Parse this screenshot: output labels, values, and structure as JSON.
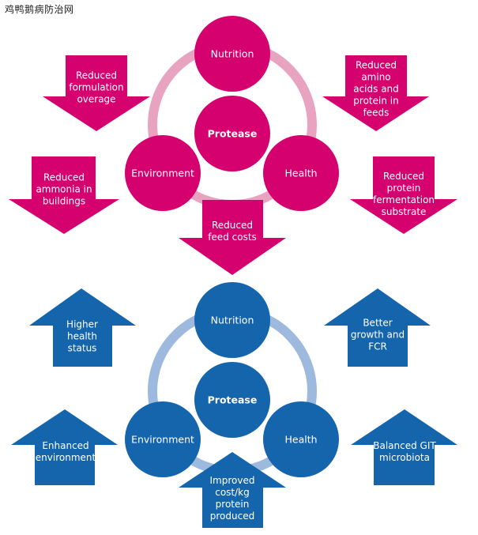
{
  "watermark": "鸡鸭鹅病防治网",
  "colors": {
    "magenta": "#d4016f",
    "magenta_ring": "#e8a3c1",
    "blue": "#1565ad",
    "blue_ring": "#9db9dd"
  },
  "top": {
    "nodes": {
      "top": "Nutrition",
      "center": "Protease",
      "left": "Environment",
      "right": "Health"
    },
    "arrows": [
      "Reduced formulation overage",
      "Reduced amino acids and protein in feeds",
      "Reduced ammonia in buildings",
      "Reduced protein fermentation substrate",
      "Reduced feed costs"
    ]
  },
  "bottom": {
    "nodes": {
      "top": "Nutrition",
      "center": "Protease",
      "left": "Environment",
      "right": "Health"
    },
    "arrows": [
      "Higher health status",
      "Better growth and FCR",
      "Enhanced environment",
      "Balanced GIT microbiota",
      "Improved cost/kg protein produced"
    ]
  }
}
